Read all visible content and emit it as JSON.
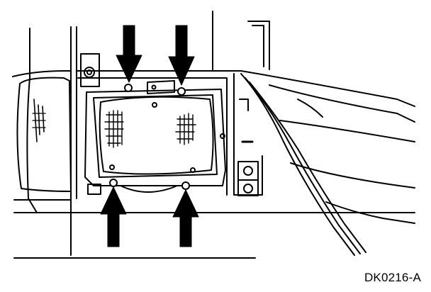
{
  "figure": {
    "code": "DK0216-A",
    "callouts": [
      {
        "name": "arrow-top-left-screw",
        "direction": "down"
      },
      {
        "name": "arrow-top-right-screw",
        "direction": "down"
      },
      {
        "name": "arrow-bottom-left-screw",
        "direction": "up"
      },
      {
        "name": "arrow-bottom-right-screw",
        "direction": "up"
      }
    ],
    "colors": {
      "line": "#000000",
      "background": "#ffffff"
    }
  }
}
